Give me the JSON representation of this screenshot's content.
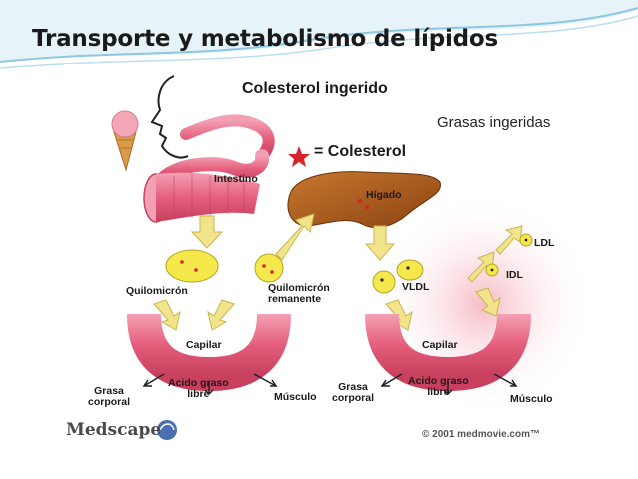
{
  "slide": {
    "title": "Transporte y metabolismo de lípidos"
  },
  "diagram": {
    "colesterol_ingerido": "Colesterol ingerido",
    "grasas_ingeridas": "Grasas ingeridas",
    "colesterol_legend": "= Colesterol",
    "intestino": "Intestino",
    "higado": "Hígado",
    "quilomicron": "Quilomicrón",
    "quilomicron_remanente_1": "Quilomicrón",
    "quilomicron_remanente_2": "remanente",
    "vldl": "VLDL",
    "idl": "IDL",
    "ldl": "LDL",
    "capilar_left": "Capilar",
    "capilar_right": "Capilar",
    "grasa_corporal_left_1": "Grasa",
    "grasa_corporal_left_2": "corporal",
    "acido_graso_left_1": "Acido graso",
    "acido_graso_left_2": "libre",
    "musculo_left": "Músculo",
    "grasa_corporal_right_1": "Grasa",
    "grasa_corporal_right_2": "corporal",
    "acido_graso_right_1": "Acido graso",
    "acido_graso_right_2": "libre",
    "musculo_right": "Músculo",
    "medscape": "Medscape",
    "copyright": "© 2001 medmovie.com™"
  },
  "colors": {
    "intestine": "#e8708a",
    "liver": "#a0521c",
    "particle": "#f4e84a",
    "arrow": "#f2e48a",
    "star": "#d8232a"
  }
}
